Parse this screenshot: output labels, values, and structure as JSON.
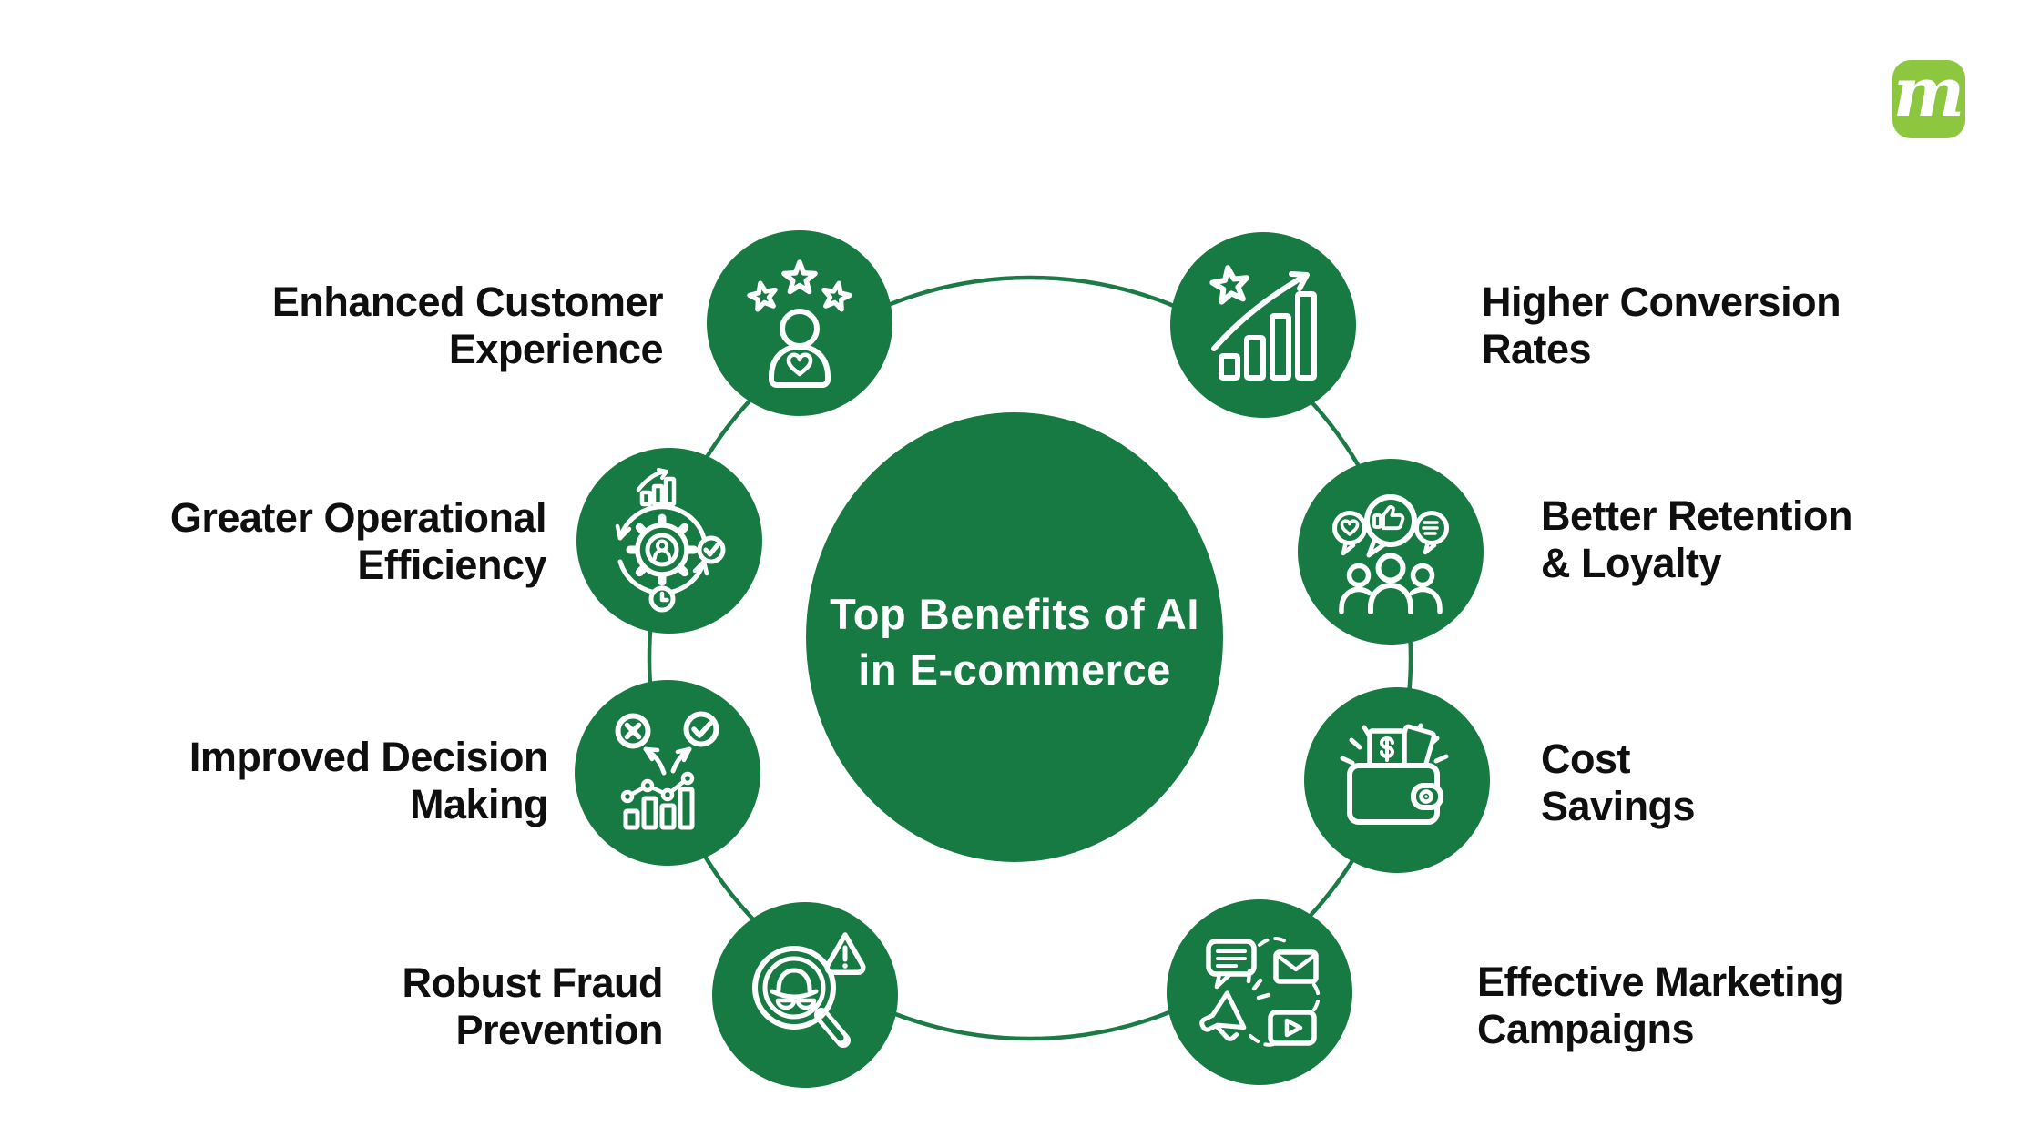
{
  "page": {
    "background": "#ffffff"
  },
  "colors": {
    "node_green": "#187A43",
    "ring_green": "#1B7A45",
    "icon_white": "#ffffff",
    "label_text": "#0f0f0f",
    "logo_green": "#8DC63F"
  },
  "brand": {
    "logo_letter": "m"
  },
  "center": {
    "title_line1": "Top Benefits of AI",
    "title_line2": "in E-commerce"
  },
  "nodes": [
    {
      "id": "enhanced-customer-experience",
      "line1": "Enhanced Customer",
      "line2": "Experience",
      "icon": "customer-rating-stars-icon",
      "position": "top-left"
    },
    {
      "id": "higher-conversion-rates",
      "line1": "Higher Conversion",
      "line2": "Rates",
      "icon": "growth-bars-arrow-star-icon",
      "position": "top-right"
    },
    {
      "id": "greater-operational-efficiency",
      "line1": "Greater Operational",
      "line2": "Efficiency",
      "icon": "gear-efficiency-cycle-icon",
      "position": "middle-left"
    },
    {
      "id": "better-retention-loyalty",
      "line1": "Better Retention",
      "line2": "& Loyalty",
      "icon": "customers-feedback-bubbles-icon",
      "position": "middle-right"
    },
    {
      "id": "improved-decision-making",
      "line1": "Improved Decision",
      "line2": "Making",
      "icon": "decision-branch-arrows-icon",
      "position": "lower-left"
    },
    {
      "id": "cost-savings",
      "line1": "Cost",
      "line2": "Savings",
      "icon": "wallet-savings-icon",
      "position": "lower-right"
    },
    {
      "id": "robust-fraud-prevention",
      "line1": "Robust Fraud",
      "line2": "Prevention",
      "icon": "fraud-spy-magnifier-icon",
      "position": "bottom-left"
    },
    {
      "id": "effective-marketing-campaigns",
      "line1": "Effective Marketing",
      "line2": "Campaigns",
      "icon": "marketing-channels-megaphone-icon",
      "position": "bottom-right"
    }
  ]
}
